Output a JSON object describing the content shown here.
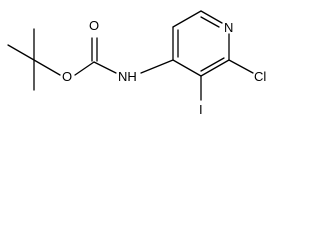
{
  "molecule": {
    "atoms": {
      "o_ether": "O",
      "o_carbonyl": "O",
      "nh": "NH",
      "n_ring": "N",
      "cl": "Cl",
      "iodine": "I"
    }
  }
}
